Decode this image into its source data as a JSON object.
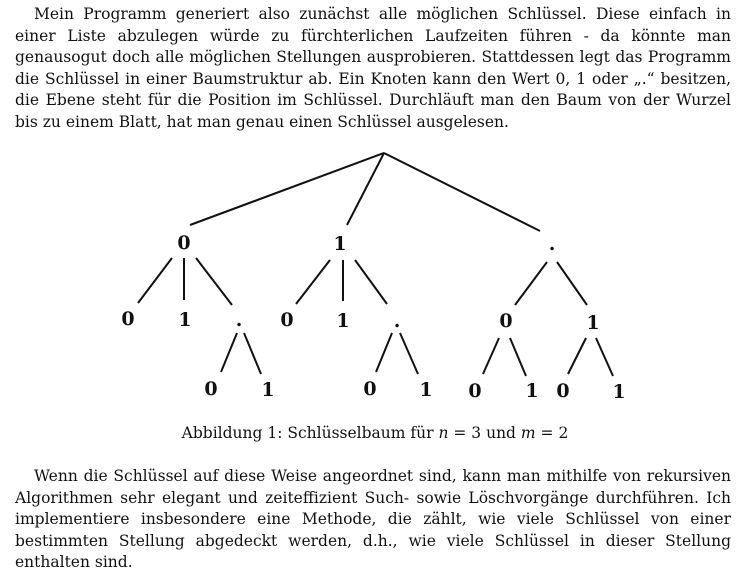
{
  "paragraph_1": "Mein Programm generiert also zunächst alle möglichen Schlüssel. Diese einfach in einer Liste abzulegen würde zu fürchterlichen Laufzeiten führen - da könnte man genausogut doch alle möglichen Stellungen ausprobieren. Stattdessen legt das Programm die Schlüssel in einer Baumstruktur ab. Ein Knoten kann den Wert 0, 1 oder „.“ besitzen, die Ebene steht für die Position im Schlüssel. Durchläuft man den Baum von der Wurzel bis zu einem Blatt, hat man genau einen Schlüssel ausgelesen.",
  "tree": {
    "nodes": [
      "0",
      "1",
      ".",
      "0",
      "1",
      ".",
      "0",
      "1",
      ".",
      "0",
      "1",
      "0",
      "1",
      "0",
      "1",
      "0",
      "1",
      "0",
      "1"
    ]
  },
  "caption": {
    "prefix": "Abbildung 1: Schlüsselbaum für ",
    "n_var": "n",
    "n_eq": " = 3 und ",
    "m_var": "m",
    "m_eq": " = 2"
  },
  "paragraph_2": "Wenn die Schlüssel auf diese Weise angeordnet sind, kann man mithilfe von rekursiven Algorithmen sehr elegant und zeiteffizient Such- sowie Löschvorgänge durchführen. Ich implementiere insbesondere eine Methode, die zählt, wie viele Schlüssel von einer bestimmten Stellung abgedeckt werden, d.h., wie viele Schlüssel in dieser Stellung enthalten sind."
}
